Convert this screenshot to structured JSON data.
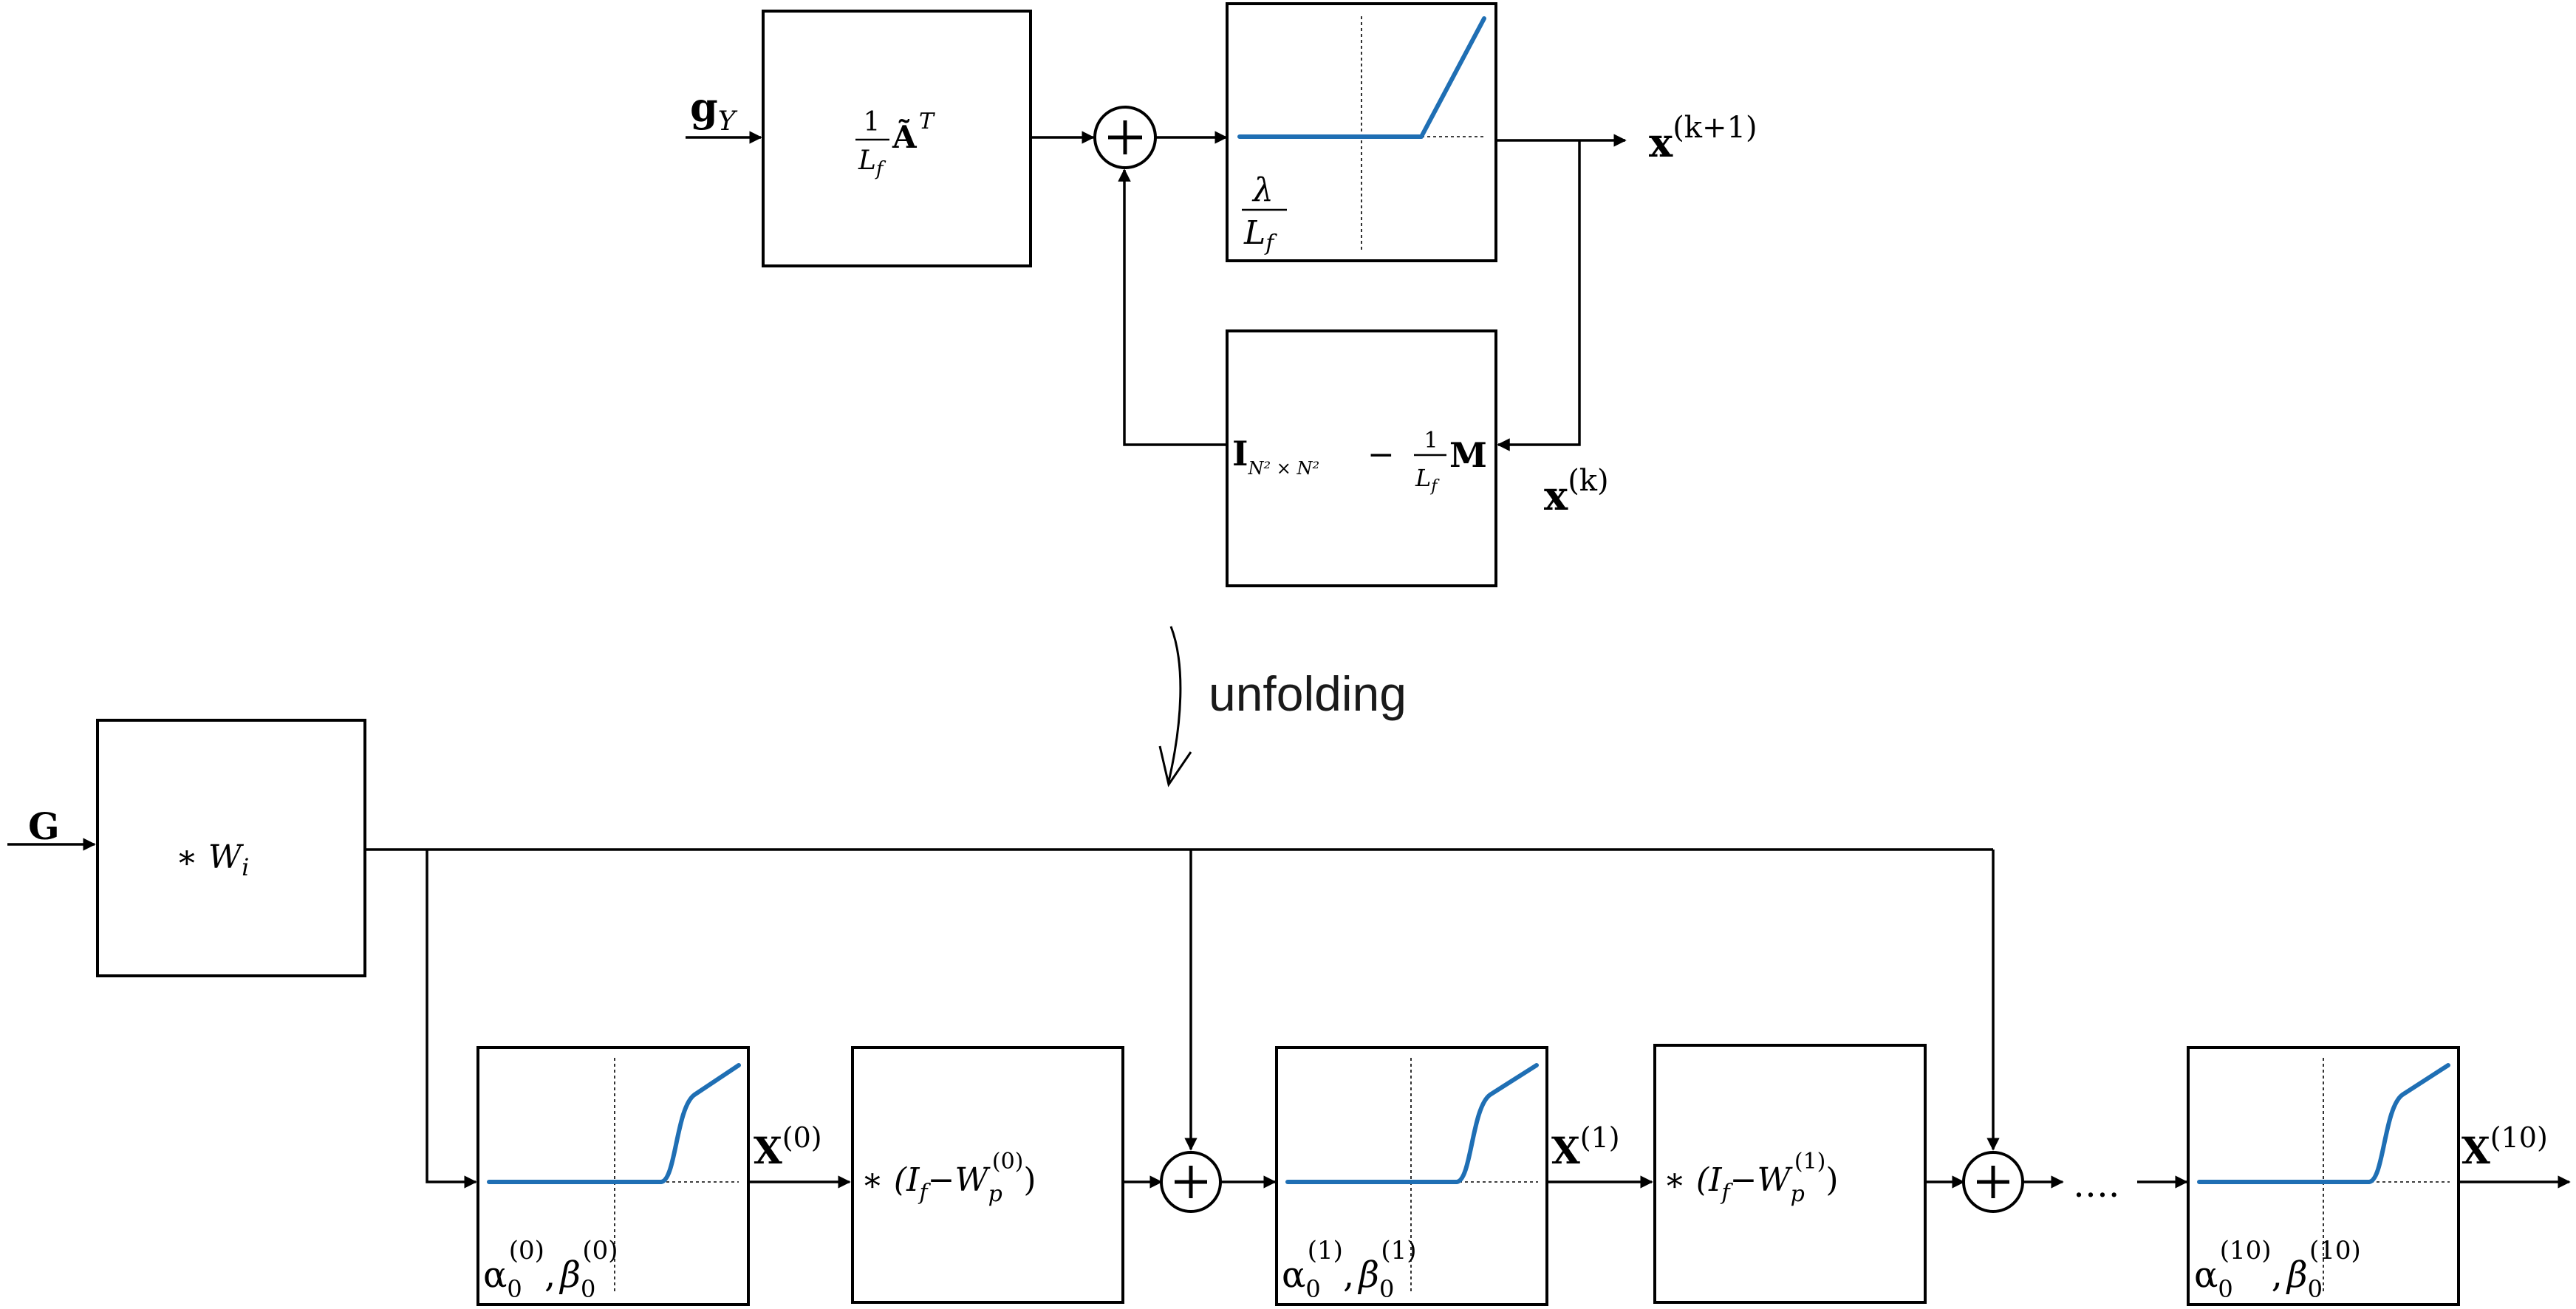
{
  "colors": {
    "curve": "#1f6fb4",
    "ink": "#000000"
  },
  "top": {
    "input_label": "g",
    "input_sub": "Y",
    "transform_box": {
      "num": "1",
      "den": "L",
      "den_sub": "f",
      "symbol": "Ã",
      "sup": "T"
    },
    "threshold_box": {
      "num": "λ",
      "den": "L",
      "den_sub": "f"
    },
    "feedback_box": {
      "i_symbol": "I",
      "i_sub": "N² × N²",
      "minus": "−",
      "num": "1",
      "den": "L",
      "den_sub": "f",
      "m_symbol": "M"
    },
    "output_label": "x",
    "output_sup": "(k+1)",
    "loop_label": "x",
    "loop_sup": "(k)"
  },
  "unfolding_label": "unfolding",
  "bottom": {
    "input_label": "G",
    "conv_box": {
      "star": "∗",
      "w": "W",
      "w_sub": "i"
    },
    "layers": [
      {
        "alpha": "α",
        "alpha_sub": "0",
        "alpha_sup": "(0)",
        "comma": ",",
        "beta": "β",
        "beta_sub": "0",
        "beta_sup": "(0)",
        "out": "X",
        "out_sup": "(0)"
      },
      {
        "alpha": "α",
        "alpha_sub": "0",
        "alpha_sup": "(1)",
        "comma": ",",
        "beta": "β",
        "beta_sub": "0",
        "beta_sup": "(1)",
        "out": "X",
        "out_sup": "(1)"
      },
      {
        "alpha": "α",
        "alpha_sub": "0",
        "alpha_sup": "(10)",
        "comma": ",",
        "beta": "β",
        "beta_sub": "0",
        "beta_sup": "(10)",
        "out": "X",
        "out_sup": "(10)"
      }
    ],
    "prop_boxes": [
      {
        "star": "∗",
        "open": "(I",
        "i_sub": "f",
        "minus": "−",
        "w": "W",
        "w_sub": "p",
        "w_sup": "(0)",
        "close": ")"
      },
      {
        "star": "∗",
        "open": "(I",
        "i_sub": "f",
        "minus": "−",
        "w": "W",
        "w_sub": "p",
        "w_sup": "(1)",
        "close": ")"
      }
    ],
    "ellipsis": "…."
  }
}
